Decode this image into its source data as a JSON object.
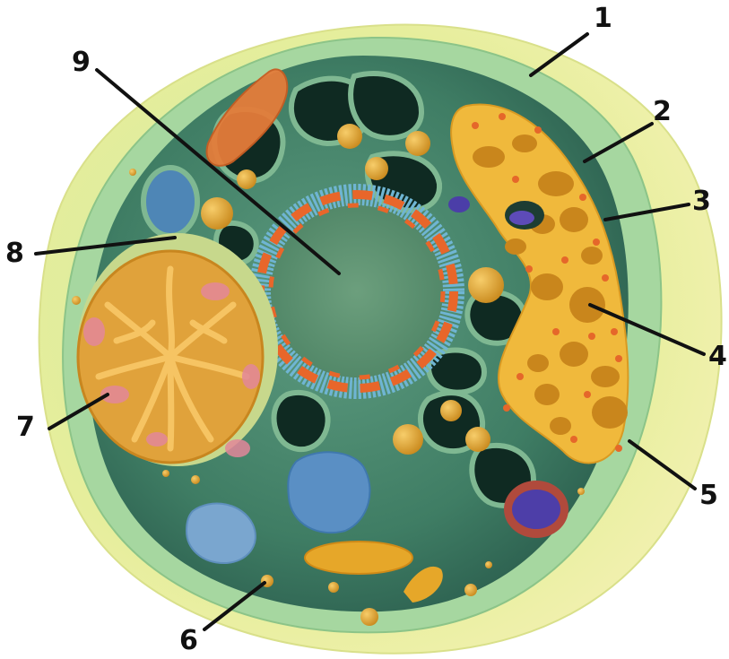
{
  "labels": [
    {
      "id": "1",
      "text": "1"
    },
    {
      "id": "2",
      "text": "2"
    },
    {
      "id": "3",
      "text": "3"
    },
    {
      "id": "4",
      "text": "4"
    },
    {
      "id": "5",
      "text": "5"
    },
    {
      "id": "6",
      "text": "6"
    },
    {
      "id": "7",
      "text": "7"
    },
    {
      "id": "8",
      "text": "8"
    },
    {
      "id": "9",
      "text": "9"
    }
  ],
  "colors": {
    "outer_membrane": "#e9ef9a",
    "wall_green": "#9fd49a",
    "cytoplasm": "#3d7a63",
    "golgi_yellow": "#f2b93a",
    "dna_orange": "#e8662a",
    "dna_blue": "#5fa8c8",
    "nucleus_orange": "#e7a23a",
    "leader_line": "#111111"
  }
}
